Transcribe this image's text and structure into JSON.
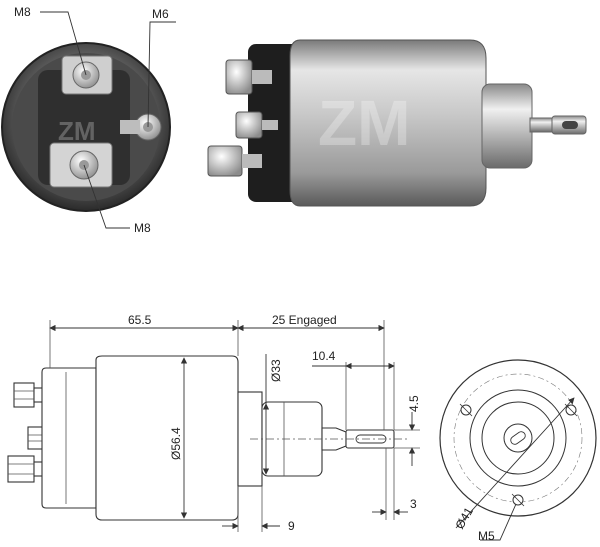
{
  "photo_labels": {
    "top_terminal": "M8",
    "small_terminal": "M6",
    "bottom_terminal": "M8"
  },
  "dimensions": {
    "overall_length": "65.5",
    "plunger_travel": "25 Engaged",
    "body_diameter": "Ø56.4",
    "boss_diameter": "Ø33",
    "eye_length": "10.4",
    "eye_width": "4.5",
    "boss_length": "9",
    "eye_thickness": "3",
    "bolt_circle": "Ø41",
    "mount_thread": "M5"
  },
  "watermark": "ZM",
  "colors": {
    "line": "#333333",
    "metal_light": "#d9d9d9",
    "metal_dark": "#6b6b6b",
    "black_cap": "#1e1e1e"
  }
}
